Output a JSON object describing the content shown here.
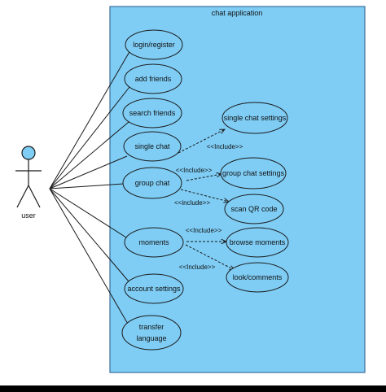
{
  "system": {
    "title": "chat application",
    "fill": "#7fcdf5",
    "border": "#3b6e99"
  },
  "actor": {
    "label": "user",
    "head_color": "#7fcdf5"
  },
  "use_cases": {
    "login_register": "login/register",
    "add_friends": "add friends",
    "search_friends": "search friends",
    "single_chat": "single chat",
    "group_chat": "group chat",
    "moments": "moments",
    "account_settings": "account settings",
    "transfer_language_1": "transfer",
    "transfer_language_2": "language",
    "single_chat_settings": "single chat settings",
    "group_chat_settings": "group chat settings",
    "scan_qr_code": "scan QR code",
    "browse_moments": "browse moments",
    "look_comments": "look/comments"
  },
  "relations": {
    "include": "<<Include>>",
    "include_lower": "<<include>>"
  },
  "colors": {
    "ellipse_fill": "#7fcdf5",
    "line": "#1a1a1a"
  }
}
